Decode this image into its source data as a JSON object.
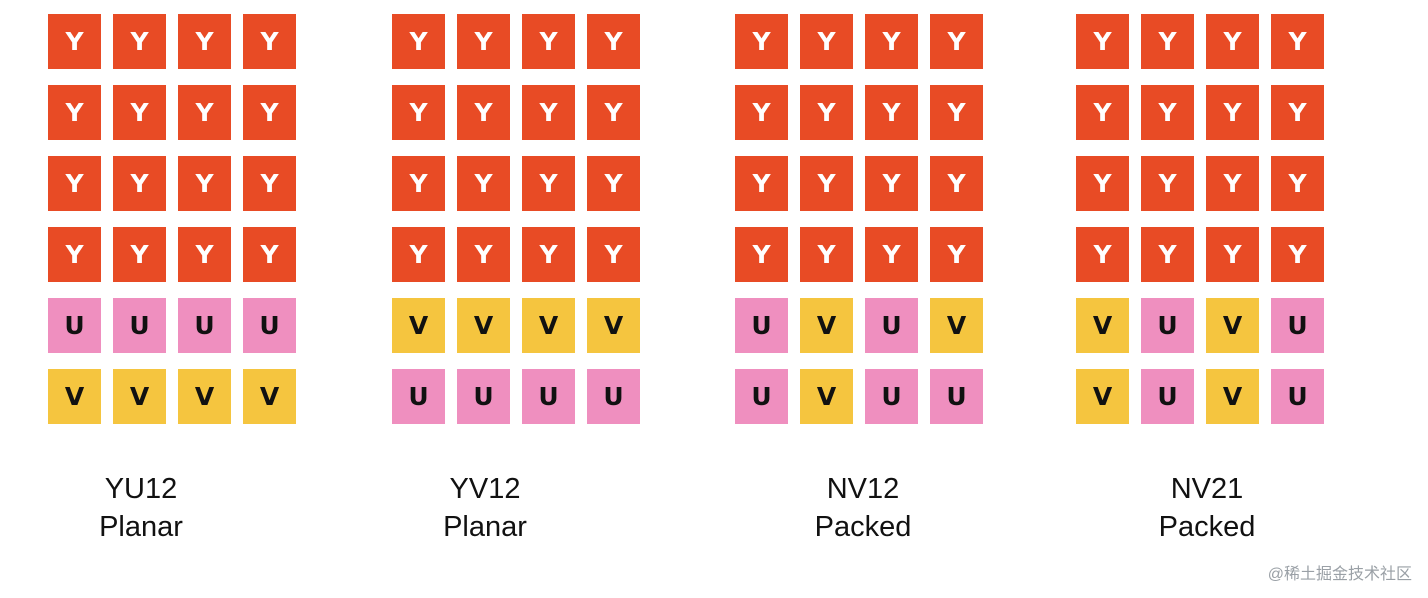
{
  "colors": {
    "Y": "#e84b25",
    "U": "#ef8fbf",
    "V": "#f5c53f"
  },
  "formats": [
    {
      "name": "YU12",
      "kind": "Planar",
      "rows": [
        [
          "Y",
          "Y",
          "Y",
          "Y"
        ],
        [
          "Y",
          "Y",
          "Y",
          "Y"
        ],
        [
          "Y",
          "Y",
          "Y",
          "Y"
        ],
        [
          "Y",
          "Y",
          "Y",
          "Y"
        ],
        [
          "U",
          "U",
          "U",
          "U"
        ],
        [
          "V",
          "V",
          "V",
          "V"
        ]
      ]
    },
    {
      "name": "YV12",
      "kind": "Planar",
      "rows": [
        [
          "Y",
          "Y",
          "Y",
          "Y"
        ],
        [
          "Y",
          "Y",
          "Y",
          "Y"
        ],
        [
          "Y",
          "Y",
          "Y",
          "Y"
        ],
        [
          "Y",
          "Y",
          "Y",
          "Y"
        ],
        [
          "V",
          "V",
          "V",
          "V"
        ],
        [
          "U",
          "U",
          "U",
          "U"
        ]
      ]
    },
    {
      "name": "NV12",
      "kind": "Packed",
      "rows": [
        [
          "Y",
          "Y",
          "Y",
          "Y"
        ],
        [
          "Y",
          "Y",
          "Y",
          "Y"
        ],
        [
          "Y",
          "Y",
          "Y",
          "Y"
        ],
        [
          "Y",
          "Y",
          "Y",
          "Y"
        ],
        [
          "U",
          "V",
          "U",
          "V"
        ],
        [
          "U",
          "V",
          "U",
          "U"
        ]
      ]
    },
    {
      "name": "NV21",
      "kind": "Packed",
      "rows": [
        [
          "Y",
          "Y",
          "Y",
          "Y"
        ],
        [
          "Y",
          "Y",
          "Y",
          "Y"
        ],
        [
          "Y",
          "Y",
          "Y",
          "Y"
        ],
        [
          "Y",
          "Y",
          "Y",
          "Y"
        ],
        [
          "V",
          "U",
          "V",
          "U"
        ],
        [
          "V",
          "U",
          "V",
          "U"
        ]
      ]
    }
  ],
  "watermark": "@稀土掘金技术社区"
}
